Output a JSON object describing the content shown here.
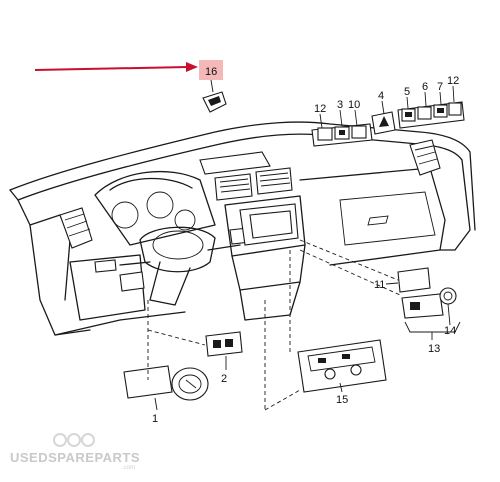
{
  "labels": {
    "l16": "16",
    "l12a": "12",
    "l3": "3",
    "l10": "10",
    "l4": "4",
    "l5": "5",
    "l6": "6",
    "l7": "7",
    "l12b": "12",
    "l11": "11",
    "l14": "14",
    "l13": "13",
    "l15": "15",
    "l2": "2",
    "l1": "1"
  },
  "watermark": {
    "brand": "USEDSPAREPARTS",
    "suffix": ".com"
  },
  "colors": {
    "highlight_arrow": "#c8102e",
    "highlight_box": "#f4b8b8",
    "line": "#1a1a1a"
  }
}
